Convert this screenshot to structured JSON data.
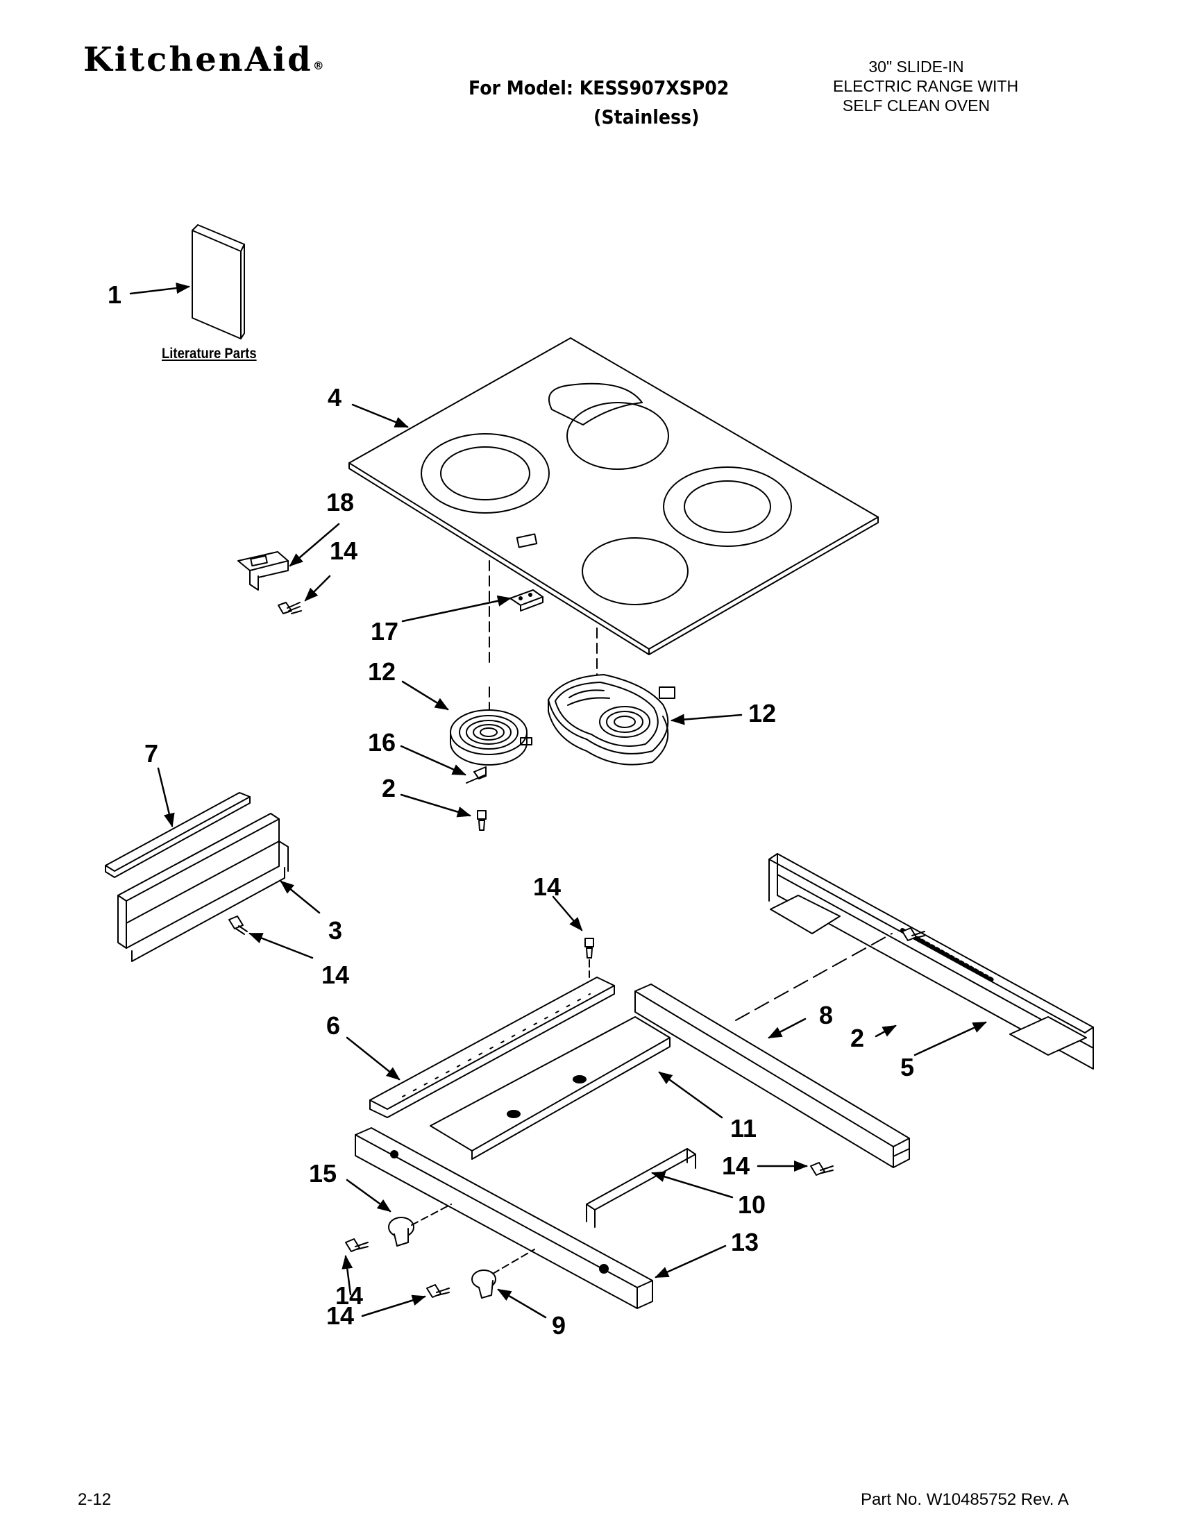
{
  "header": {
    "brand": "KitchenAid",
    "brand_mark": "®",
    "model_line": "For Model: KESS907XSP02",
    "finish_line": "(Stainless)",
    "description": [
      "30\" SLIDE-IN",
      "ELECTRIC RANGE WITH",
      "SELF CLEAN OVEN"
    ]
  },
  "literature_label": "Literature Parts",
  "callouts": {
    "c1": "1",
    "c4": "4",
    "c18": "18",
    "c14a": "14",
    "c17": "17",
    "c12a": "12",
    "c12b": "12",
    "c16": "16",
    "c2a": "2",
    "c7": "7",
    "c3": "3",
    "c14b": "14",
    "c14c": "14",
    "c6": "6",
    "c8": "8",
    "c2b": "2",
    "c5": "5",
    "c11": "11",
    "c14d": "14",
    "c15": "15",
    "c10": "10",
    "c13": "13",
    "c14e": "14",
    "c14f": "14",
    "c9": "9"
  },
  "footer": {
    "page": "2-12",
    "part_no": "Part No. W10485752 Rev. A"
  },
  "colors": {
    "ink": "#000000",
    "paper": "#ffffff",
    "shade": "#dddddd"
  }
}
